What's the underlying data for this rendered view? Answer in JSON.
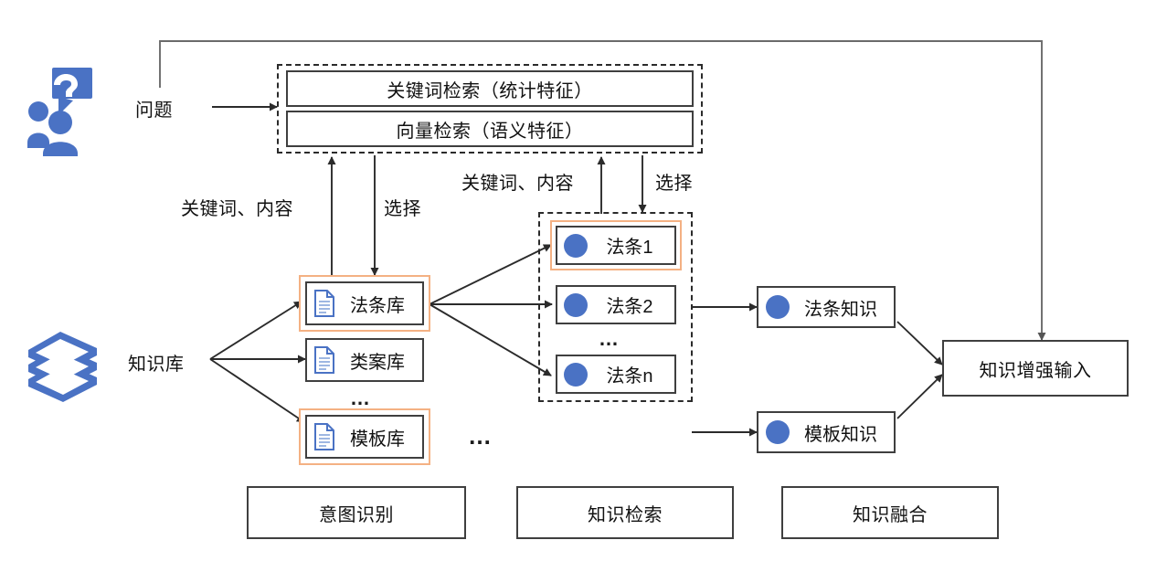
{
  "colors": {
    "accent_blue": "#4a72c4",
    "highlight_orange": "#f4b183",
    "line": "#3f3f3f",
    "text": "#111111"
  },
  "icons": {
    "users_question": "users-question-icon",
    "books": "books-stack-icon",
    "document": "document-icon",
    "dot": "blue-dot-icon"
  },
  "retrieval_block": {
    "rows": [
      {
        "label": "关键词检索（统计特征）"
      },
      {
        "label": "向量检索（语义特征）"
      }
    ]
  },
  "edge_labels": {
    "question": "问题",
    "knowledge_base": "知识库",
    "keyword_content_left": "关键词、内容",
    "select_left": "选择",
    "keyword_content_right": "关键词、内容",
    "select_right": "选择",
    "ellipsis": "…"
  },
  "knowledge_bases": [
    {
      "label": "法条库",
      "highlighted": true
    },
    {
      "label": "类案库",
      "highlighted": false
    },
    {
      "label": "模板库",
      "highlighted": true
    }
  ],
  "kb_ellipsis": "…",
  "law_items": [
    {
      "label": "法条1",
      "highlighted": true
    },
    {
      "label": "法条2",
      "highlighted": false
    },
    {
      "label": "法条n",
      "highlighted": false
    }
  ],
  "law_ellipsis": "…",
  "mid_ellipsis": "…",
  "knowledge_outputs": [
    {
      "label": "法条知识"
    },
    {
      "label": "模板知识"
    }
  ],
  "final_output": {
    "label": "知识增强输入"
  },
  "stage_legend": [
    {
      "label": "意图识别"
    },
    {
      "label": "知识检索"
    },
    {
      "label": "知识融合"
    }
  ]
}
